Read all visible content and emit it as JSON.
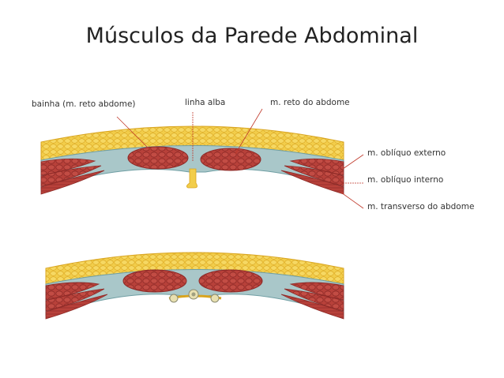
{
  "title": "Músculos da Parede Abdominal",
  "labels": {
    "sheath": "bainha  (m. reto abdome)",
    "linea_alba": "linha alba",
    "rectus": "m. reto do abdome",
    "external_oblique": "m. oblíquo externo",
    "internal_oblique": "m. oblíquo interno",
    "transverse": "m. transverso do abdome"
  },
  "colors": {
    "fat": "#f2cd4a",
    "fat_dark": "#d9a520",
    "muscle": "#b8413a",
    "muscle_dark": "#8e2a27",
    "fascia": "#a9c7c9",
    "fascia_dark": "#6f9ea3",
    "leader": "#c0392b"
  }
}
